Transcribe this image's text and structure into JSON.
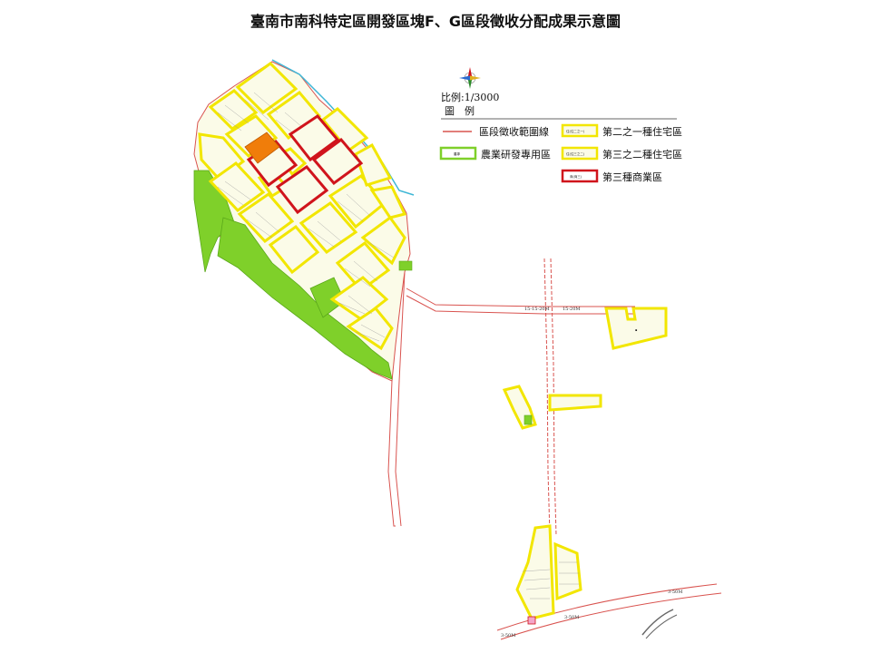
{
  "title": "臺南市南科特定區開發區塊F、G區段徵收分配成果示意圖",
  "scale": "比例:1/3000",
  "legend": {
    "heading": "圖　例",
    "items": [
      {
        "label": "區段徵收範圍線",
        "swatch_text": "",
        "color": "#d9534f"
      },
      {
        "label": "第二之一種住宅區",
        "swatch_text": "住(住二之一)",
        "color": "#f2e600"
      },
      {
        "label": "農業研發專用區",
        "swatch_text": "農專",
        "color": "#7fd02a"
      },
      {
        "label": "第三之二種住宅區",
        "swatch_text": "住(住三之二)",
        "color": "#f2e600"
      },
      {
        "label": "第三種商業區",
        "swatch_text": "商(商三)",
        "color": "#d0141c"
      }
    ]
  },
  "road_labels": {
    "r1": "15-15-20M",
    "r2": "15-20M",
    "r3": "3-50M",
    "r4": "3-50M",
    "r5": "3-50M"
  },
  "colors": {
    "residential": "#f2e600",
    "residential_fill": "#fbfbe8",
    "agriculture": "#7fd02a",
    "commercial": "#d0141c",
    "special": "#f07d0a",
    "boundary": "#d9534f",
    "river": "#3fb7d6"
  }
}
